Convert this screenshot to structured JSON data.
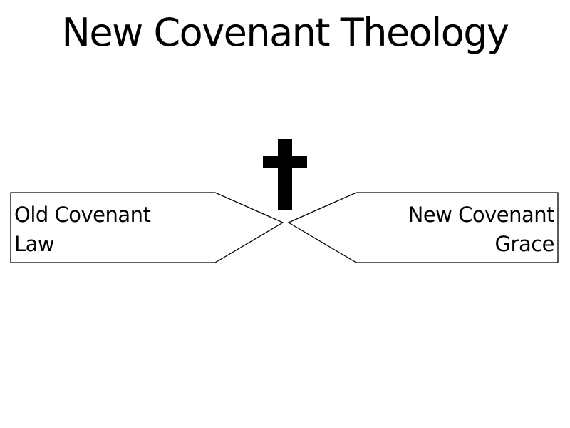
{
  "slide": {
    "title": "New Covenant Theology"
  },
  "left_box": {
    "line1": "Old Covenant",
    "line2": "Law"
  },
  "right_box": {
    "line1": "New Covenant",
    "line2": "Grace"
  },
  "icons": {
    "center": "cross-icon"
  },
  "colors": {
    "stroke": "#000000",
    "background": "#ffffff"
  }
}
